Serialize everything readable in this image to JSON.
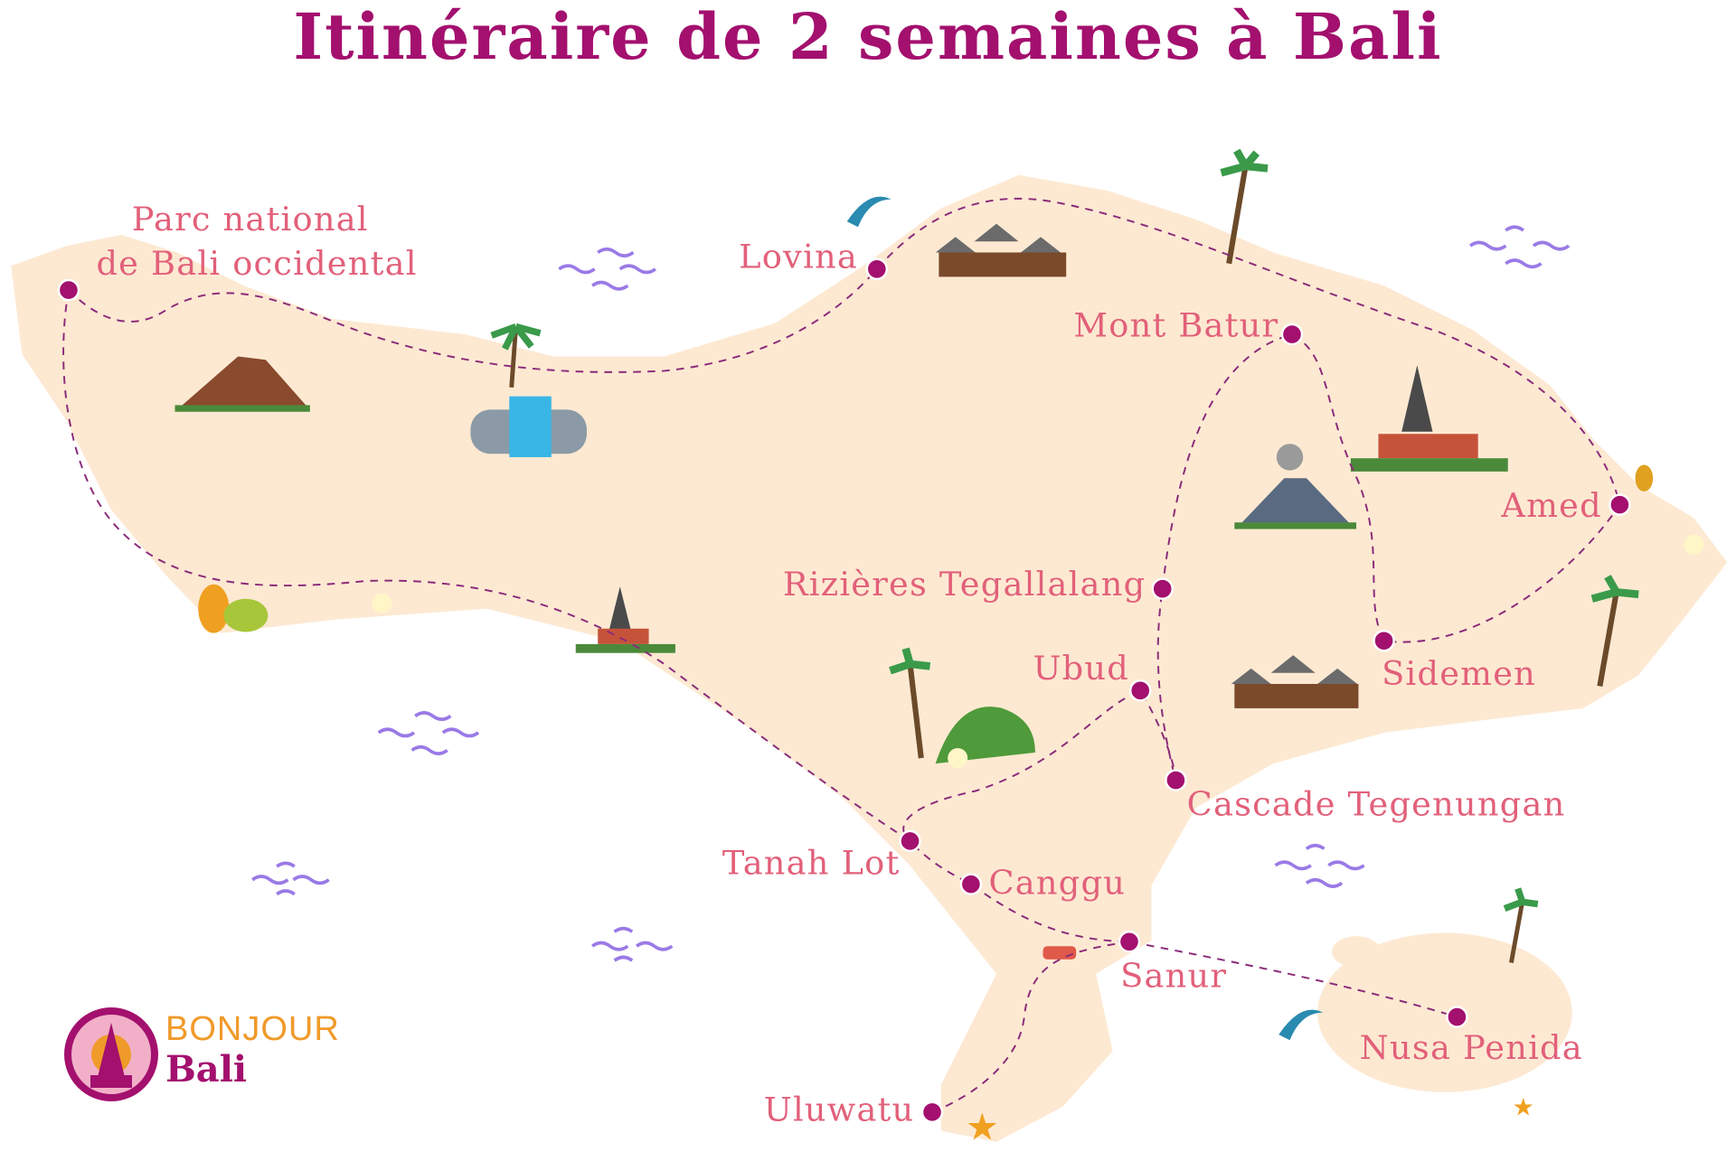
{
  "title": "Itinéraire de 2 semaines à Bali",
  "colors": {
    "title": "#a3106e",
    "label": "#e2607a",
    "land": "#fde9d2",
    "point": "#a3106e",
    "wave": "#9a7ae6"
  },
  "places": {
    "parc_line1": "Parc national",
    "parc_line2": "de Bali occidental",
    "lovina": "Lovina",
    "mont_batur": "Mont Batur",
    "amed": "Amed",
    "rizieres": "Rizières Tegallalang",
    "sidemen": "Sidemen",
    "ubud": "Ubud",
    "cascade": "Cascade Tegenungan",
    "tanah_lot": "Tanah Lot",
    "canggu": "Canggu",
    "sanur": "Sanur",
    "nusa_penida": "Nusa Penida",
    "uluwatu": "Uluwatu"
  },
  "logo": {
    "line1": "BONJOUR",
    "line2": "Bali"
  }
}
